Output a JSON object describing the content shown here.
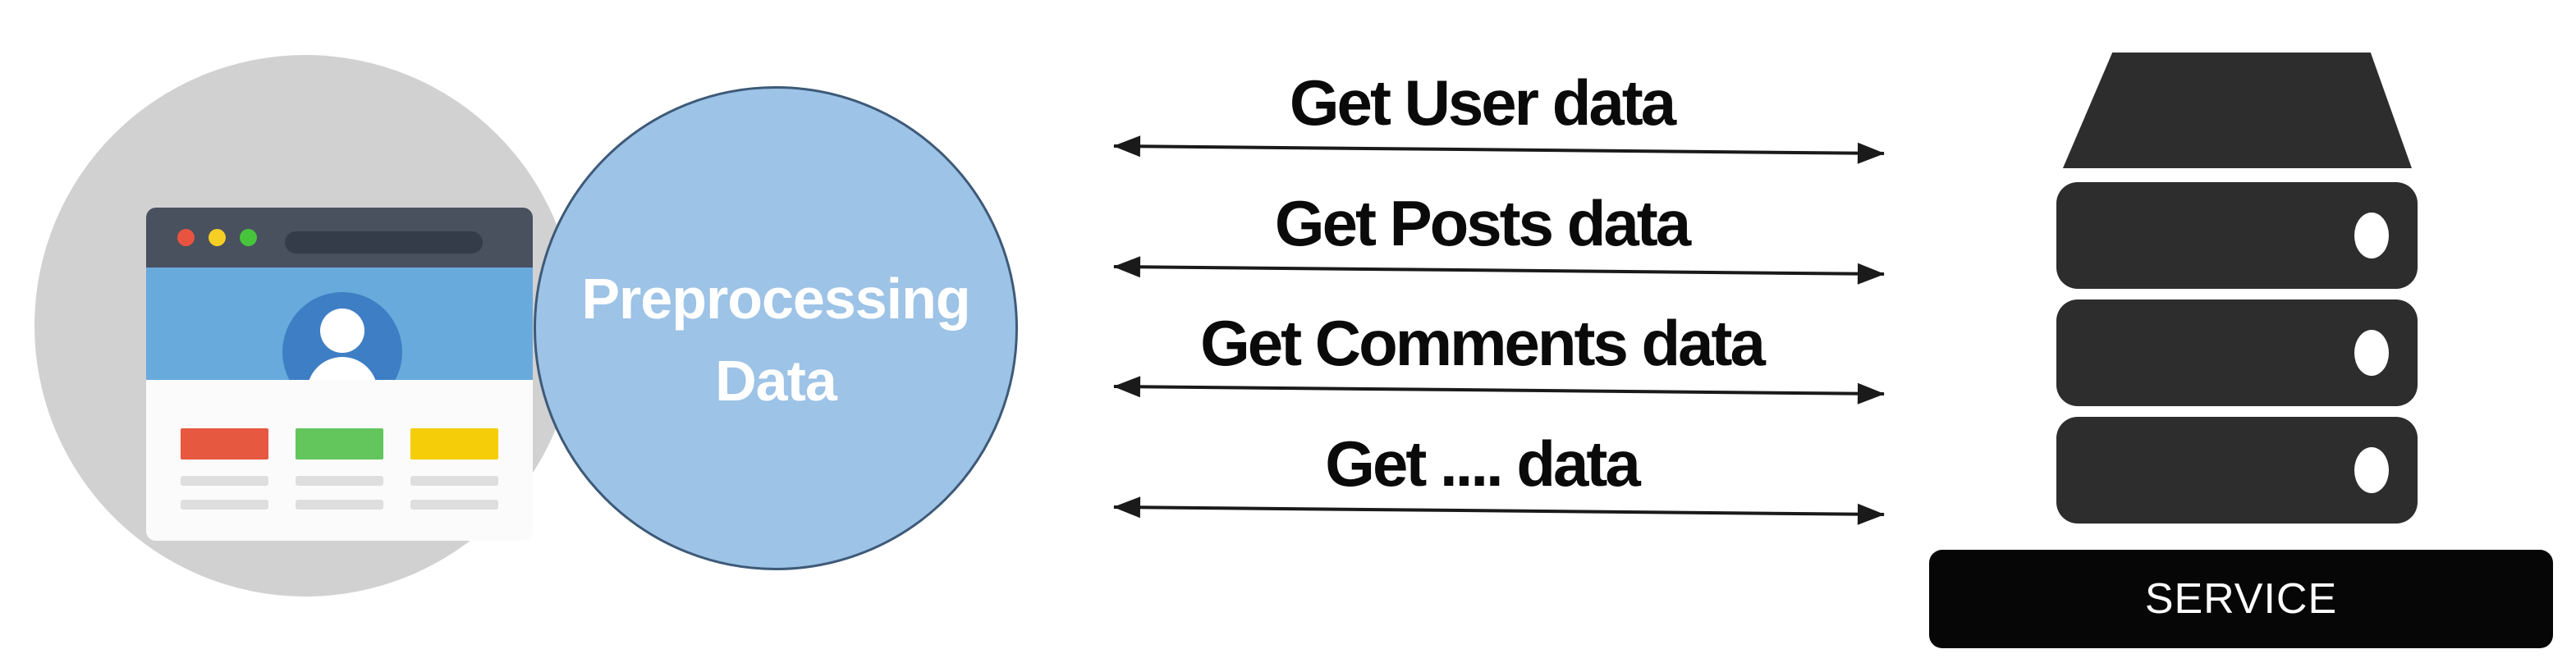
{
  "preprocessing": {
    "line1": "Preprocessing",
    "line2": "Data"
  },
  "requests": [
    {
      "label": "Get User data"
    },
    {
      "label": "Get Posts data"
    },
    {
      "label": "Get Comments data"
    },
    {
      "label": "Get .... data"
    }
  ],
  "service": {
    "label": "SERVICE"
  },
  "icons": {
    "client": "browser-window-icon",
    "avatar": "user-avatar-icon",
    "server": "server-stack-icon",
    "arrows": "double-headed-arrow-icon"
  },
  "colors": {
    "client_circle": "#d1d1d2",
    "browser_titlebar": "#49505e",
    "browser_banner": "#69aadd",
    "avatar_blue": "#3e7ec4",
    "block_red": "#e6583f",
    "block_green": "#62c65c",
    "block_yellow": "#f5cd08",
    "preprocessing_fill": "#9dc3e6",
    "preprocessing_border": "#3e5a78",
    "arrow_black": "#1a1a1a",
    "server_dark": "#2d2d2d",
    "service_bar": "#060606"
  }
}
